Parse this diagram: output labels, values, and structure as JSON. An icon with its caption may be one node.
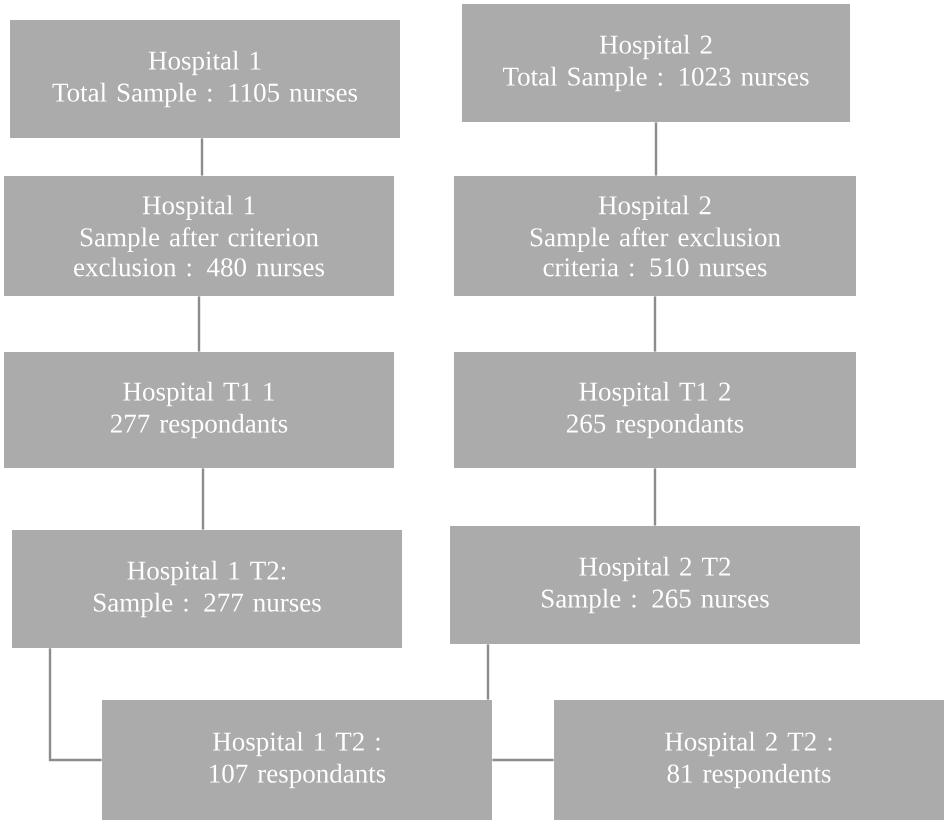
{
  "diagram": {
    "nodes": [
      {
        "text": [
          "Hospital 1",
          "Total Sample : 1105 nurses"
        ]
      },
      {
        "text": [
          "Hospital 2",
          "Total Sample : 1023 nurses"
        ]
      },
      {
        "text": [
          "Hospital 1",
          "Sample after criterion exclusion : 480 nurses"
        ]
      },
      {
        "text": [
          "Hospital 2",
          "Sample after exclusion criteria : 510 nurses"
        ]
      },
      {
        "text": [
          "Hospital T1 1",
          "277 respondants"
        ]
      },
      {
        "text": [
          "Hospital T1 2",
          "265 respondants"
        ]
      },
      {
        "text": [
          "Hospital 1 T2:",
          "Sample  : 277 nurses"
        ]
      },
      {
        "text": [
          "Hospital 2 T2",
          "Sample : 265 nurses"
        ]
      },
      {
        "text": [
          "Hospital 1 T2 :",
          "107 respondants"
        ]
      },
      {
        "text": [
          "Hospital 2 T2 :",
          "81 respondents"
        ]
      }
    ],
    "edges": [
      {
        "from": 0,
        "to": 2,
        "arrow": "none"
      },
      {
        "from": 1,
        "to": 3,
        "arrow": "none"
      },
      {
        "from": 2,
        "to": 4,
        "arrow": "none"
      },
      {
        "from": 3,
        "to": 5,
        "arrow": "none"
      },
      {
        "from": 4,
        "to": 6,
        "arrow": "none"
      },
      {
        "from": 5,
        "to": 7,
        "arrow": "none"
      },
      {
        "from": 6,
        "to": 8,
        "arrow": "none"
      },
      {
        "from": 7,
        "to": 8,
        "arrow": "none"
      },
      {
        "from": 8,
        "to": 9,
        "arrow": "none"
      }
    ]
  }
}
